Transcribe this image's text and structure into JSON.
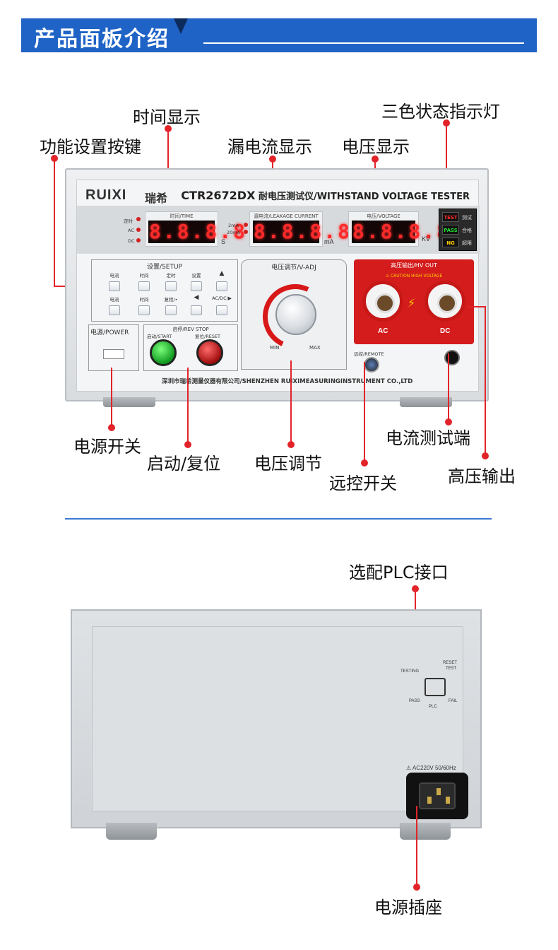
{
  "banner": {
    "title": "产品面板介绍"
  },
  "front_labels": {
    "time_display": "时间显示",
    "tricolor_led": "三色状态指示灯",
    "function_keys": "功能设置按键",
    "leakage_display": "漏电流显示",
    "voltage_display": "电压显示",
    "power_switch": "电源开关",
    "start_reset": "启动/复位",
    "voltage_adjust": "电压调节",
    "remote_switch": "远控开关",
    "current_port": "电流测试端",
    "hv_output": "高压输出"
  },
  "device": {
    "brand": "RUIXI",
    "brand_cn": "瑞希",
    "model": "CTR2672DX",
    "model_desc": "耐电压测试仪/WITHSTAND VOLTAGE TESTER",
    "time_caption": "时间/TIME",
    "time_value": "8.8.8.8",
    "time_unit": "S",
    "time_leds": [
      "定时",
      "AC",
      "DC"
    ],
    "leak_caption": "漏电流/LEAKAGE CURRENT",
    "leak_value": "8.8.8.8",
    "leak_unit": "mA",
    "leak_ranges": [
      "2mA",
      "20mA"
    ],
    "volt_caption": "电压/VOLTAGE",
    "volt_value": "8.8.8.8",
    "volt_unit": "KV",
    "status": [
      {
        "tag": "TEST",
        "cn": "测试",
        "color": "#ff2a2a"
      },
      {
        "tag": "PASS",
        "cn": "合格",
        "color": "#22dd33"
      },
      {
        "tag": "NG",
        "cn": "超限",
        "color": "#ffcc00"
      }
    ],
    "setup_title": "设置/SETUP",
    "setup_top": [
      "电流",
      "时间",
      "定时",
      "设置",
      "▲"
    ],
    "setup_bottom": [
      "电流",
      "时间",
      "复程/•",
      "◀",
      "AC/DC/▶"
    ],
    "vadj_title": "电压调节/V-ADJ",
    "vadj_min": "MIN",
    "vadj_max": "MAX",
    "hv_title": "高压输出/HV OUT",
    "hv_warning": "⚠ CAUTION HIGH VOLTAGE",
    "hv_ac": "AC",
    "hv_dc": "DC",
    "power_title": "电源/POWER",
    "ss_title": "启停/REV STOP",
    "start_label": "启动/START",
    "reset_label": "复位/RESET",
    "remote_label": "远控/REMOTE",
    "company": "深圳市瑞希测量仪器有限公司/SHENZHEN RUIXIMEASURINGINSTRUMENT CO.,LTD"
  },
  "rear_labels": {
    "plc_port": "选配PLC接口",
    "power_socket": "电源插座"
  },
  "rear": {
    "plc_reset": "RESET",
    "plc_test": "TEST",
    "plc_testing": "TESTING",
    "plc_pass": "PASS",
    "plc_fail": "FAIL",
    "plc_name": "PLC",
    "ac_rating": "⚠ AC220V  50/60Hz"
  },
  "colors": {
    "banner": "#1f63c6",
    "callout": "#e2242a",
    "divider": "#3b78d4"
  }
}
